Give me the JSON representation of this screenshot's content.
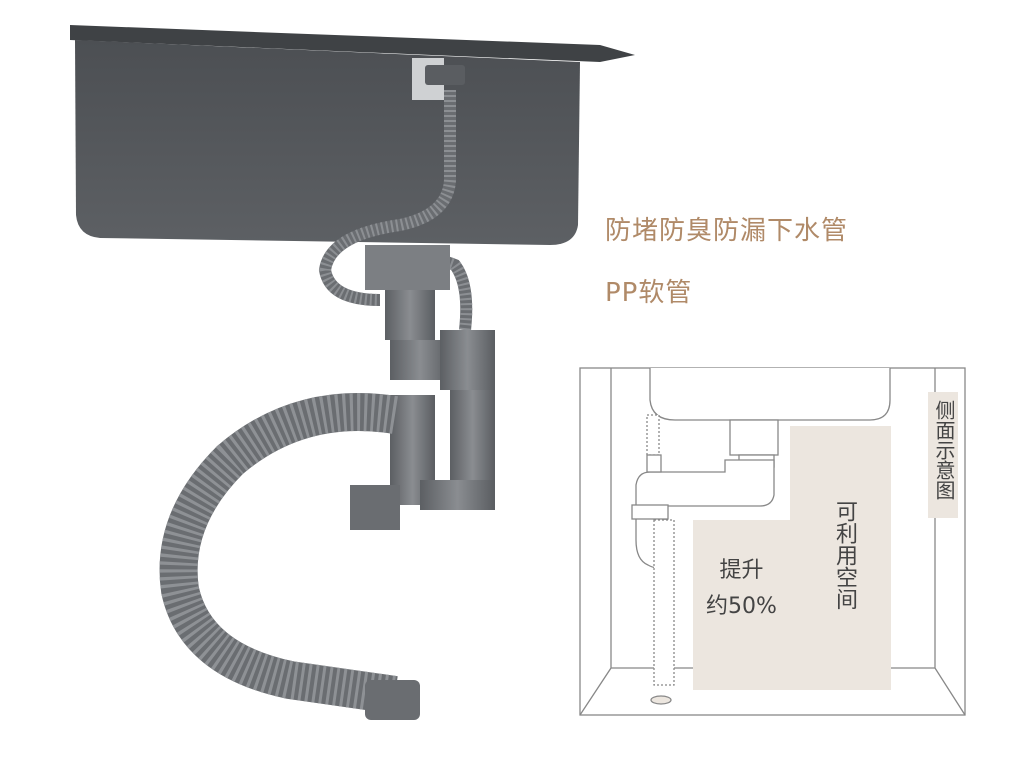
{
  "captions": {
    "title": "防堵防臭防漏下水管",
    "subtitle": "PP软管"
  },
  "diagram": {
    "label": "侧面示意图",
    "raise_line1": "提升",
    "raise_line2": "约50%",
    "usable_space": "可利用空间"
  },
  "colors": {
    "caption": "#b08a68",
    "sink": "#55585c",
    "pipe": "#6e7176",
    "highlight": "#ece6df"
  }
}
